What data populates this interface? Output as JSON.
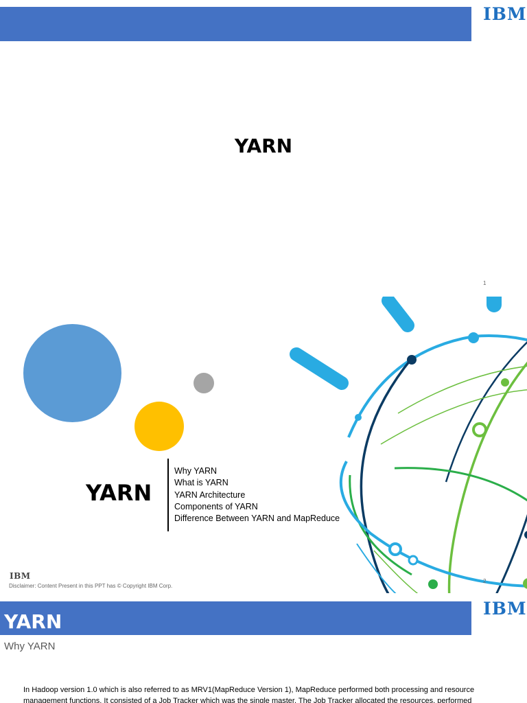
{
  "slide1": {
    "title": "YARN",
    "page_number": "1",
    "logo": "IBM"
  },
  "slide2": {
    "heading": "YARN",
    "agenda": [
      "Why YARN",
      "What is YARN",
      "YARN Architecture",
      "Components of YARN",
      "Difference Between YARN and MapReduce"
    ],
    "footer_logo": "IBM",
    "disclaimer": "Disclaimer: Content Present in this PPT has © Copyright IBM Corp.",
    "page_number": "2",
    "colors": {
      "blue_circle": "#5b9bd5",
      "yellow_circle": "#ffc000",
      "gray_circle": "#a5a5a5",
      "globe_cyan": "#29abe2",
      "globe_navy": "#0b3b63",
      "globe_green": "#6cbf3f"
    }
  },
  "slide3": {
    "title": "YARN",
    "subtitle": "Why YARN",
    "logo": "IBM",
    "paragraph": "In Hadoop version 1.0 which is also referred to as MRV1(MapReduce Version 1), MapReduce performed both processing and resource management functions. It consisted of a Job Tracker which was the single master. The Job Tracker allocated the resources, performed"
  },
  "theme": {
    "header_bar_color": "#4472c4",
    "ibm_logo_color": "#1f70c1"
  }
}
